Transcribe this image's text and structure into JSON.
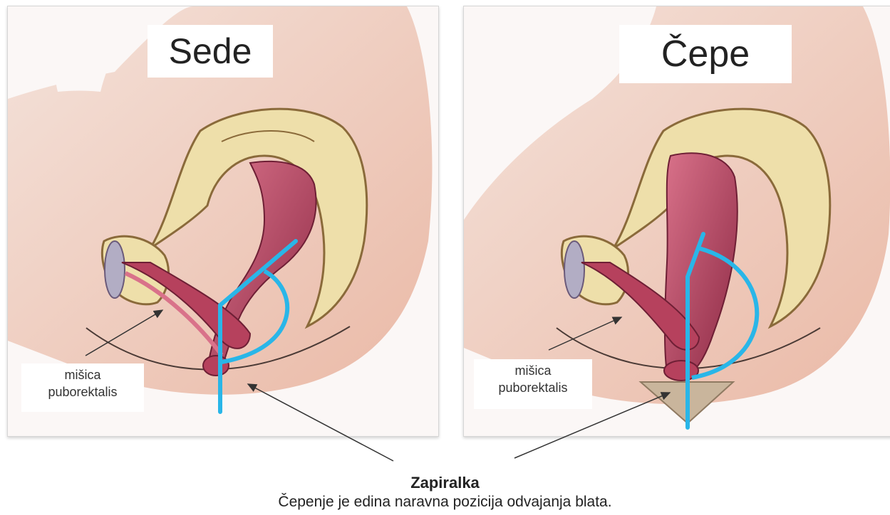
{
  "panels": [
    {
      "title": "Sede",
      "muscle_label_line1": "mišica",
      "muscle_label_line2": "puborektalis"
    },
    {
      "title": "Čepe",
      "muscle_label_line1": "mišica",
      "muscle_label_line2": "puborektalis"
    }
  ],
  "caption": {
    "title": "Zapiralka",
    "subtitle": "Čepenje je edina naravna pozicija odvajanja blata."
  },
  "colors": {
    "skin": "#f2d4c6",
    "bone": "#eedfaa",
    "muscle": "#b6415d",
    "angle_line": "#29b6e8"
  }
}
